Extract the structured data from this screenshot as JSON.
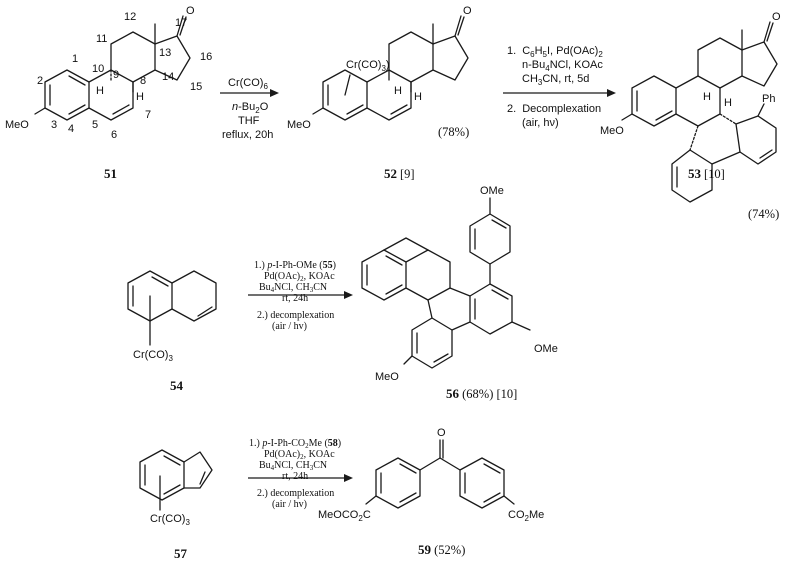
{
  "reaction1": {
    "compound_51": {
      "label": "51",
      "substituent": "MeO",
      "locants": [
        "1",
        "2",
        "3",
        "4",
        "5",
        "6",
        "7",
        "8",
        "9",
        "10",
        "11",
        "12",
        "13",
        "14",
        "15",
        "16",
        "17"
      ],
      "ketone": "O",
      "h9": "H",
      "h8": "H"
    },
    "step1": {
      "reagent": "Cr(CO)",
      "reagent_sub": "6",
      "solvent_pre": "n",
      "solvent": "-Bu",
      "solvent_sub": "2",
      "solvent_post": "O",
      "cosolvent": "THF",
      "conditions": "reflux, 20h"
    },
    "compound_52": {
      "label": "52",
      "ref": "[9]",
      "yield": "(78%)",
      "metal": "Cr(CO)",
      "metal_sub": "3",
      "substituent": "MeO",
      "ketone": "O",
      "h": "H",
      "h2": "H"
    },
    "step2": {
      "line1_num": "1.",
      "line1": "C",
      "line1_sub": "6",
      "line1_b": "H",
      "line1_sub2": "5",
      "line1_c": "I, Pd(OAc)",
      "line1_sub3": "2",
      "line2": "n-Bu",
      "line2_sub": "4",
      "line2_b": "NCl, KOAc",
      "line3": "CH",
      "line3_sub": "3",
      "line3_b": "CN, rt, 5d",
      "line4_num": "2.",
      "line4": "Decomplexation",
      "line5": "(air, hν)"
    },
    "compound_53": {
      "label": "53",
      "ref": "[10]",
      "yield": "(74%)",
      "substituent": "MeO",
      "ph": "Ph",
      "ketone": "O",
      "h1": "H",
      "h2": "H"
    }
  },
  "reaction2": {
    "compound_54": {
      "label": "54",
      "metal": "Cr(CO)",
      "metal_sub": "3"
    },
    "step": {
      "l1_pre": "1.) ",
      "l1_it": "p",
      "l1": "-I-Ph-OMe (",
      "l1_bold": "55",
      "l1_end": ")",
      "l2": "Pd(OAc)",
      "l2_sub": "2",
      "l2_b": ", KOAc",
      "l3": "Bu",
      "l3_sub": "4",
      "l3_b": "NCl, CH",
      "l3_sub2": "3",
      "l3_c": "CN",
      "l4": "rt, 24h",
      "l5": "2.) decomplexation",
      "l6": "(air / hv)"
    },
    "compound_56": {
      "label": "56",
      "rest": " (68%) [10]",
      "ome_top": "OMe",
      "ome_right": "OMe",
      "meo_left": "MeO"
    }
  },
  "reaction3": {
    "compound_57": {
      "label": "57",
      "metal": "Cr(CO)",
      "metal_sub": "3"
    },
    "step": {
      "l1_pre": "1.) ",
      "l1_it": "p",
      "l1": "-I-Ph-CO",
      "l1_sub": "2",
      "l1_b": "Me (",
      "l1_bold": "58",
      "l1_end": ")",
      "l2": "Pd(OAc)",
      "l2_sub": "2",
      "l2_b": ", KOAc",
      "l3": "Bu",
      "l3_sub": "4",
      "l3_b": "NCl, CH",
      "l3_sub2": "3",
      "l3_c": "CN",
      "l4": "rt, 24h",
      "l5": "2.) decomplexation",
      "l6": "(air / hv)"
    },
    "compound_59": {
      "label": "59",
      "rest": " (52%)",
      "left": "MeO",
      "left_sub": "2",
      "left_pre": "C",
      "right": "CO",
      "right_sub": "2",
      "right_b": "Me",
      "ketone": "O"
    }
  }
}
